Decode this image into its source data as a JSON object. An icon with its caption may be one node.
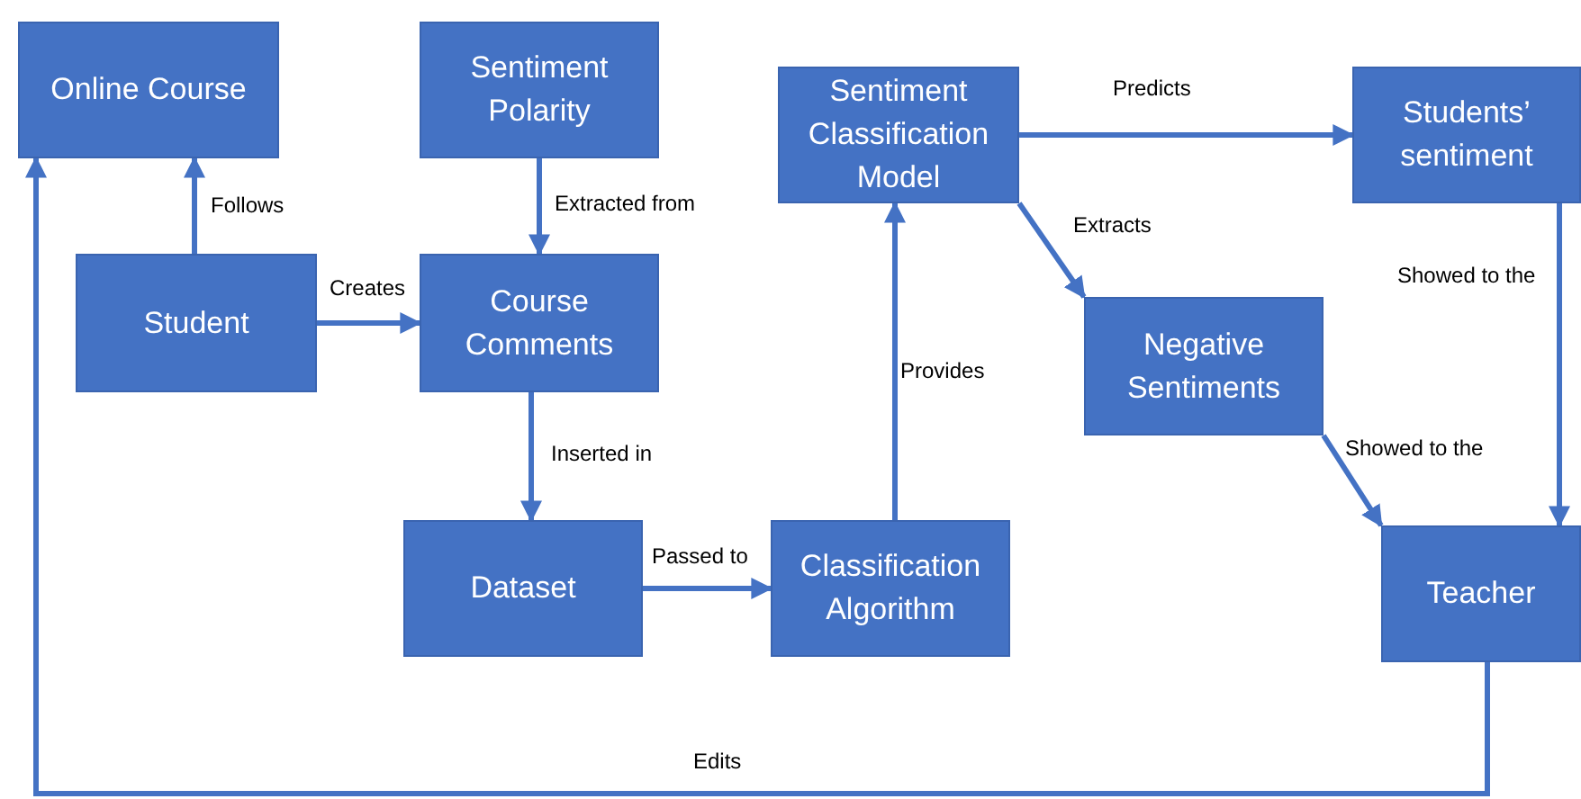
{
  "diagram": {
    "nodes": [
      {
        "text": [
          "Online Course"
        ]
      },
      {
        "text": [
          "Sentiment Polarity"
        ]
      },
      {
        "text": [
          "Sentiment Classification Model"
        ]
      },
      {
        "text": [
          "Students’ sentiment"
        ]
      },
      {
        "text": [
          "Student"
        ]
      },
      {
        "text": [
          "Course Comments"
        ]
      },
      {
        "text": [
          "Negative Sentiments"
        ]
      },
      {
        "text": [
          "Dataset"
        ]
      },
      {
        "text": [
          "Classification Algorithm"
        ]
      },
      {
        "text": [
          "Teacher"
        ]
      }
    ],
    "edges": [
      {
        "from": 4,
        "to": 0,
        "arrow": "to",
        "label": "Follows"
      },
      {
        "from": 4,
        "to": 5,
        "arrow": "to",
        "label": "Creates"
      },
      {
        "from": 1,
        "to": 5,
        "arrow": "to",
        "label": "Extracted from"
      },
      {
        "from": 5,
        "to": 7,
        "arrow": "to",
        "label": "Inserted in"
      },
      {
        "from": 7,
        "to": 8,
        "arrow": "to",
        "label": "Passed to"
      },
      {
        "from": 8,
        "to": 2,
        "arrow": "to",
        "label": "Provides"
      },
      {
        "from": 2,
        "to": 3,
        "arrow": "to",
        "label": "Predicts"
      },
      {
        "from": 2,
        "to": 6,
        "arrow": "to",
        "label": "Extracts"
      },
      {
        "from": 3,
        "to": 9,
        "arrow": "to",
        "label": "Showed to the"
      },
      {
        "from": 6,
        "to": 9,
        "arrow": "to",
        "label": "Showed to the"
      },
      {
        "from": 9,
        "to": 0,
        "arrow": "to",
        "label": "Edits"
      }
    ]
  }
}
